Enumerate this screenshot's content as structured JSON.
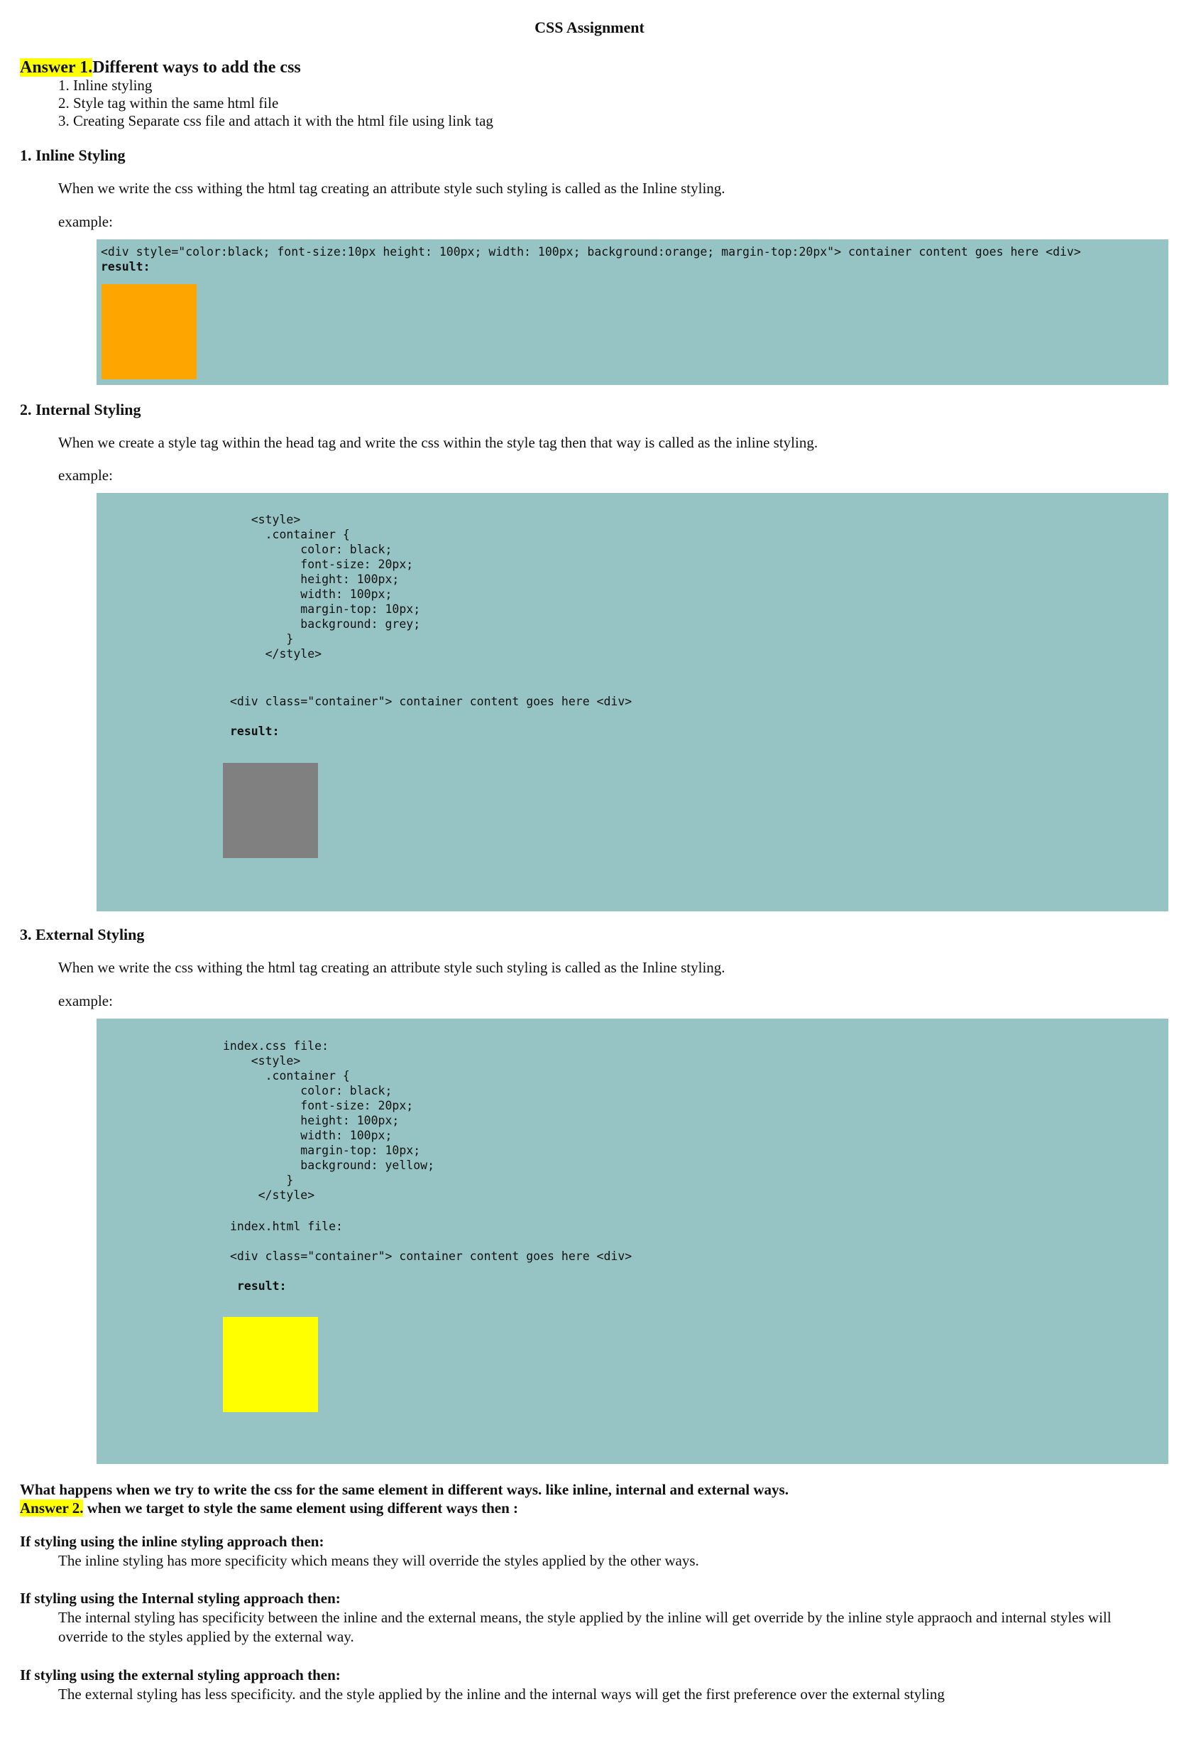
{
  "title": "CSS Assignment",
  "answer1": {
    "badge": "Answer 1.",
    "heading": "Different ways to add the css",
    "items": [
      "1. Inline styling",
      "2. Style tag within the same html file",
      "3. Creating Separate css file and attach it with the html file using link tag"
    ]
  },
  "section1": {
    "heading": "1. Inline Styling",
    "description": "When we write the css withing the html tag creating an attribute style such styling is called as the Inline styling.",
    "example_label": "example:",
    "code": "<div style=\"color:black; font-size:10px height: 100px; width: 100px; background:orange; margin-top:20px\"> container content goes here <div>",
    "result_label": "result:",
    "result_color": "#ffa500"
  },
  "section2": {
    "heading": "2. Internal Styling",
    "description": "When we create a style tag within the head tag and write the css within the style tag then that way is called as the inline styling.",
    "example_label": "example:",
    "code_lines": [
      "    <style>",
      "      .container {",
      "           color: black;",
      "           font-size: 20px;",
      "           height: 100px;",
      "           width: 100px;",
      "           margin-top: 10px;",
      "           background: grey;",
      "         }",
      "      </style>"
    ],
    "html_line": "<div class=\"container\"> container content goes here <div>",
    "result_label": "result:",
    "result_color": "#808080"
  },
  "section3": {
    "heading": "3. External Styling",
    "description": "When we write the css withing the html tag creating an attribute style such styling is called as the Inline styling.",
    "example_label": "example:",
    "code_lines": [
      "index.css file:",
      "    <style>",
      "      .container {",
      "           color: black;",
      "           font-size: 20px;",
      "           height: 100px;",
      "           width: 100px;",
      "           margin-top: 10px;",
      "           background: yellow;",
      "         }",
      "     </style>"
    ],
    "html_file_label": "index.html file:",
    "html_line": "<div class=\"container\"> container content goes here <div>",
    "result_label": "result:",
    "result_color": "#ffff00"
  },
  "question2": "What happens when we try to write the css for the same element in different ways. like inline, internal and external ways.",
  "answer2": {
    "badge": "Answer 2.",
    "text": " when we target to style the same element using different ways then :"
  },
  "cases": [
    {
      "heading": "If styling using the inline styling approach then:",
      "text": "The inline styling has more specificity which means they will override the styles applied by the other ways."
    },
    {
      "heading": "If styling using the Internal styling approach then:",
      "text": "The internal styling has specificity between the inline and the external means, the style applied by the inline will get override by the inline style appraoch and internal styles will override to the styles applied by the external way."
    },
    {
      "heading": "If styling using the external styling approach then:",
      "text": "The external styling has less specificity. and the style applied by the inline and the internal ways will get the first preference over the external styling"
    }
  ],
  "colors": {
    "highlight": "#ffff00",
    "code_background": "#96c4c4"
  }
}
